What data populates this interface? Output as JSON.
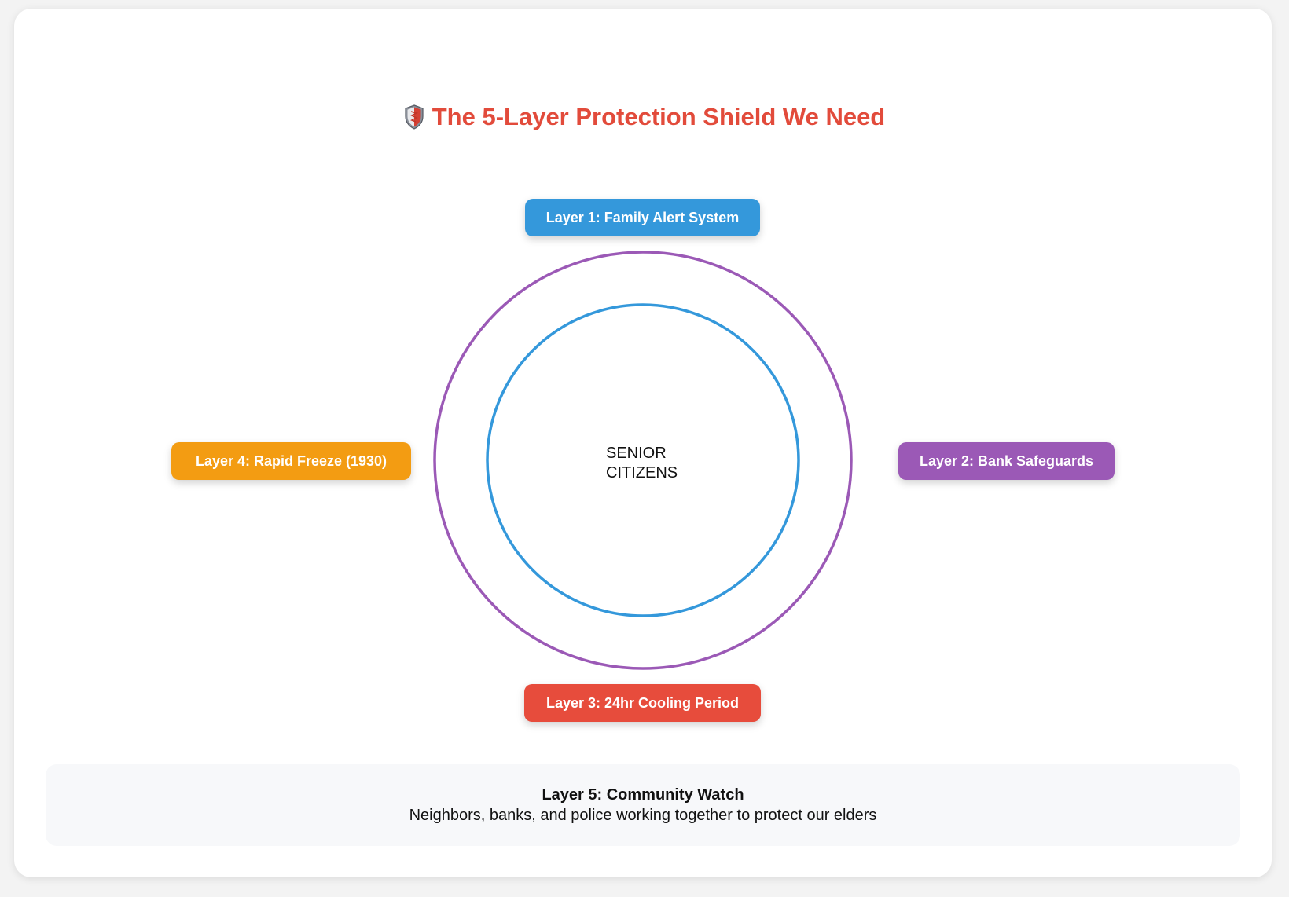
{
  "header": {
    "title": "The 5-Layer Protection Shield We Need",
    "icon": "shield-icon"
  },
  "center": {
    "line1": "SENIOR",
    "line2": "CITIZENS"
  },
  "rings": {
    "outer_color": "#9b59b6",
    "inner_color": "#3498db"
  },
  "layers": [
    {
      "label": "Layer 1: Family Alert System",
      "color": "#3498db"
    },
    {
      "label": "Layer 2: Bank Safeguards",
      "color": "#9b59b6"
    },
    {
      "label": "Layer 3: 24hr Cooling Period",
      "color": "#e74c3c"
    },
    {
      "label": "Layer 4: Rapid Freeze (1930)",
      "color": "#f39c12"
    }
  ],
  "community": {
    "title": "Layer 5: Community Watch",
    "description": "Neighbors, banks, and police working together to protect our elders"
  },
  "colors": {
    "title": "#e24b3b",
    "panel_background": "#f7f8fa"
  }
}
